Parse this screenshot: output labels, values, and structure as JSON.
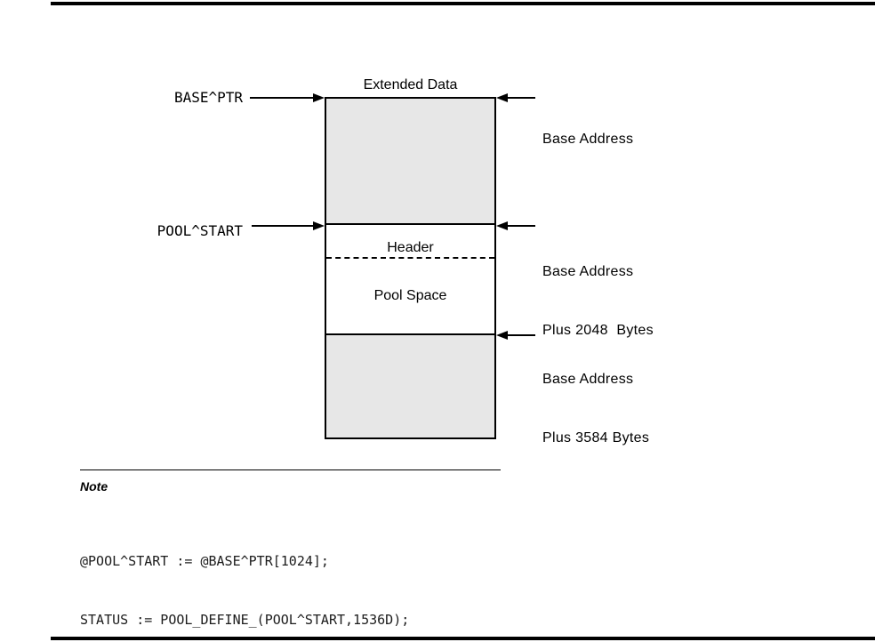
{
  "colors": {
    "page_background": "#ffffff",
    "line_color": "#000000",
    "shaded_fill": "#e7e7e7"
  },
  "diagram": {
    "title": "Extended Data",
    "box": {
      "header_label": "Header",
      "pool_space_label": "Pool Space"
    },
    "left_labels": [
      "BASE^PTR",
      "POOL^START"
    ],
    "right_labels": [
      {
        "line1": "Base Address",
        "line2": ""
      },
      {
        "line1": "Base Address",
        "line2": "Plus 2048  Bytes"
      },
      {
        "line1": "Base Address",
        "line2": "Plus 3584 Bytes"
      }
    ]
  },
  "note": {
    "heading": "Note",
    "code_lines": [
      "@POOL^START := @BASE^PTR[1024];",
      "STATUS := POOL_DEFINE_(POOL^START,1536D);"
    ]
  }
}
